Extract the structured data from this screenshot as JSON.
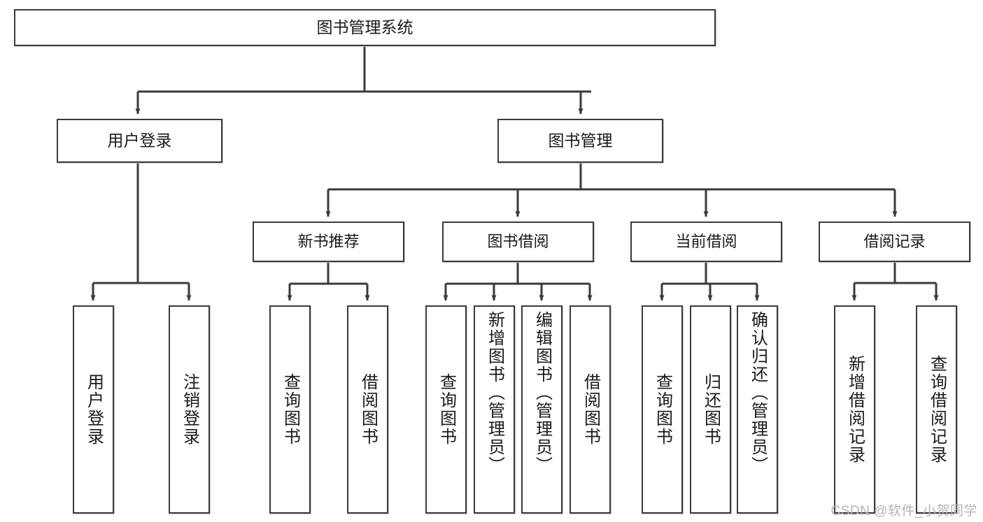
{
  "diagram": {
    "type": "tree-hierarchy-diagram",
    "title": "图书管理系统",
    "colors": {
      "box_border": "#3a3a3a",
      "box_fill": "#ffffff",
      "edge": "#3a3a3a",
      "text": "#1a1a1a",
      "watermark": "#b4b4b4",
      "background": "#ffffff"
    },
    "root": {
      "label": "图书管理系统"
    },
    "level2": [
      {
        "label": "用户登录"
      },
      {
        "label": "图书管理"
      }
    ],
    "level3": [
      {
        "label": "新书推荐"
      },
      {
        "label": "图书借阅"
      },
      {
        "label": "当前借阅"
      },
      {
        "label": "借阅记录"
      }
    ],
    "leaves": {
      "user_login": [
        {
          "label": "用户登录"
        },
        {
          "label": "注销登录"
        }
      ],
      "new_book_recommend": [
        {
          "label": "查询图书"
        },
        {
          "label": "借阅图书"
        }
      ],
      "book_borrow": [
        {
          "label": "查询图书"
        },
        {
          "label": "新增图书（管理员）"
        },
        {
          "label": "编辑图书（管理员）"
        },
        {
          "label": "借阅图书"
        }
      ],
      "current_borrow": [
        {
          "label": "查询图书"
        },
        {
          "label": "归还图书"
        },
        {
          "label": "确认归还（管理员）"
        }
      ],
      "borrow_record": [
        {
          "label": "新增借阅记录"
        },
        {
          "label": "查询借阅记录"
        }
      ]
    },
    "watermark": "CSDN @软件_小贺同学"
  }
}
